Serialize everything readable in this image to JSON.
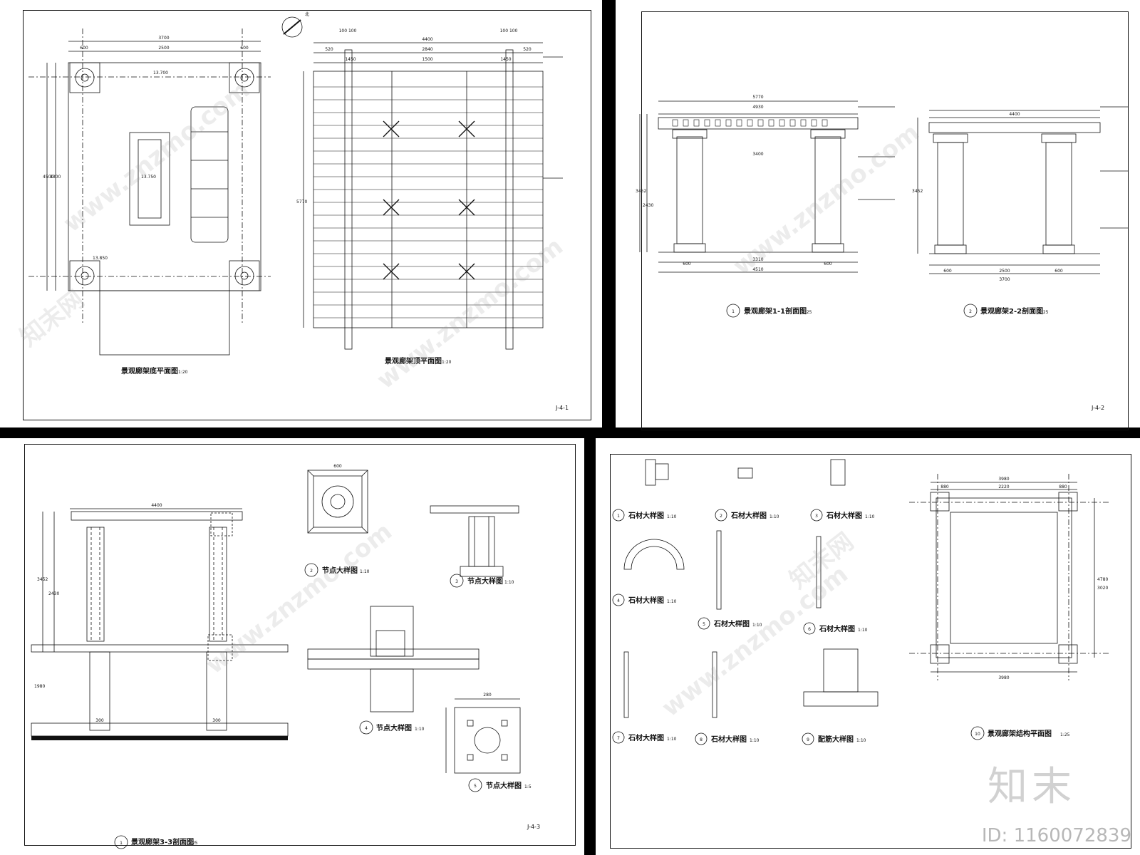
{
  "sheets": {
    "s1": {
      "code": "J-4-1",
      "plan_title": "景观廊架底平面图",
      "plan_scale": "1:20",
      "roof_title": "景观廊架顶平面图",
      "roof_scale": "1:20",
      "north": "北",
      "dims_plan": {
        "total": "3700",
        "a": "600",
        "b": "2500",
        "c": "600",
        "h_total": "4500",
        "h_mid": "3300"
      },
      "dims_roof": {
        "total": "4400",
        "a": "520",
        "b": "2840",
        "c": "520",
        "d": "1450",
        "e": "1500",
        "f": "1450",
        "g": "100 100",
        "h": "100 100",
        "side": "5770"
      },
      "elev": [
        "13.700",
        "13.850",
        "13.750"
      ]
    },
    "s2": {
      "code": "J-4-2",
      "sec1_title": "景观廊架1-1剖面图",
      "sec1_scale": "1:25",
      "sec1_no": "1",
      "sec2_title": "景观廊架2-2剖面图",
      "sec2_scale": "1:25",
      "sec2_no": "2",
      "dims1": {
        "top": "5770",
        "mid": "4930",
        "span": "3400",
        "bot": "3310",
        "total": "4510",
        "l": "600",
        "r": "600",
        "h": "3452",
        "h2": "2430"
      },
      "dims2": {
        "top": "4400",
        "span": "2500",
        "total": "3700",
        "l": "600",
        "r": "600",
        "h": "3452"
      }
    },
    "s3": {
      "code": "J-4-3",
      "sec_title": "景观廊架3-3剖面图",
      "sec_scale": "1:25",
      "sec_no": "1",
      "n2_title": "节点大样图",
      "n2_scale": "1:10",
      "n2_no": "2",
      "n3_title": "节点大样图",
      "n3_scale": "1:10",
      "n3_no": "3",
      "n4_title": "节点大样图",
      "n4_scale": "1:10",
      "n4_no": "4",
      "n5_title": "节点大样图",
      "n5_scale": "1:5",
      "n5_no": "5",
      "dims": {
        "top": "4400",
        "h": "3452",
        "h2": "2430",
        "depth": "1980",
        "col": "300",
        "col2": "300",
        "n2w": "600",
        "n5w": "280"
      }
    },
    "s4": {
      "d1_title": "石材大样图",
      "d1_scale": "1:10",
      "d1_no": "1",
      "d2_title": "石材大样图",
      "d2_scale": "1:10",
      "d2_no": "2",
      "d3_title": "石材大样图",
      "d3_scale": "1:10",
      "d3_no": "3",
      "d4_title": "石材大样图",
      "d4_scale": "1:10",
      "d4_no": "4",
      "d5_title": "石材大样图",
      "d5_scale": "1:10",
      "d5_no": "5",
      "d6_title": "石材大样图",
      "d6_scale": "1:10",
      "d6_no": "6",
      "d7_title": "石材大样图",
      "d7_scale": "1:10",
      "d7_no": "7",
      "d8_title": "石材大样图",
      "d8_scale": "1:10",
      "d8_no": "8",
      "d9_title": "配筋大样图",
      "d9_scale": "1:10",
      "d9_no": "9",
      "d10_title": "景观廊架结构平面图",
      "d10_scale": "1:25",
      "d10_no": "10",
      "dims10": {
        "top": "3980",
        "mid": "2220",
        "l": "880",
        "r": "880",
        "bot": "3980",
        "side": "4780",
        "side2": "3020"
      }
    }
  },
  "watermark": {
    "text": "www.znzmo.com",
    "cn": "知末网"
  },
  "brand": {
    "logo": "知末",
    "id": "ID: 1160072839"
  },
  "colors": {
    "line": "#111111",
    "background": "#000000",
    "paper": "#ffffff"
  }
}
